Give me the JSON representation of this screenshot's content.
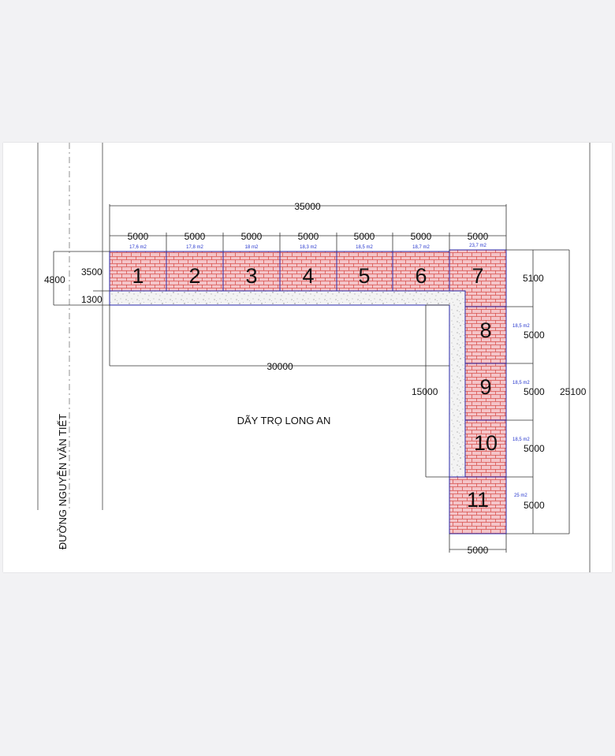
{
  "title": "DÃY TRỌ LONG AN",
  "street": "ĐƯỜNG NGUYỄN VĂN TIẾT",
  "dimensions": {
    "total_width": "35000",
    "module_width": "5000",
    "upper_depth": "4800",
    "room_depth": "3500",
    "corridor_width": "1300",
    "inner_width": "30000",
    "inner_depth": "15000",
    "room7_depth": "5100",
    "total_depth": "25100",
    "room11_width": "5000"
  },
  "rooms": [
    {
      "number": "1",
      "area": "17,6 m2"
    },
    {
      "number": "2",
      "area": "17,8 m2"
    },
    {
      "number": "3",
      "area": "18 m2"
    },
    {
      "number": "4",
      "area": "18,3 m2"
    },
    {
      "number": "5",
      "area": "18,5 m2"
    },
    {
      "number": "6",
      "area": "18,7 m2"
    },
    {
      "number": "7",
      "area": "23,7 m2"
    },
    {
      "number": "8",
      "area": "18,5 m2"
    },
    {
      "number": "9",
      "area": "18,5 m2"
    },
    {
      "number": "10",
      "area": "18,5 m2"
    },
    {
      "number": "11",
      "area": "25 m2"
    }
  ],
  "colors": {
    "brick_fill": "#f4c4c8",
    "brick_line": "#d9534f",
    "room_border": "#2a2aa8",
    "corridor_fill": "#f3f3f3"
  }
}
